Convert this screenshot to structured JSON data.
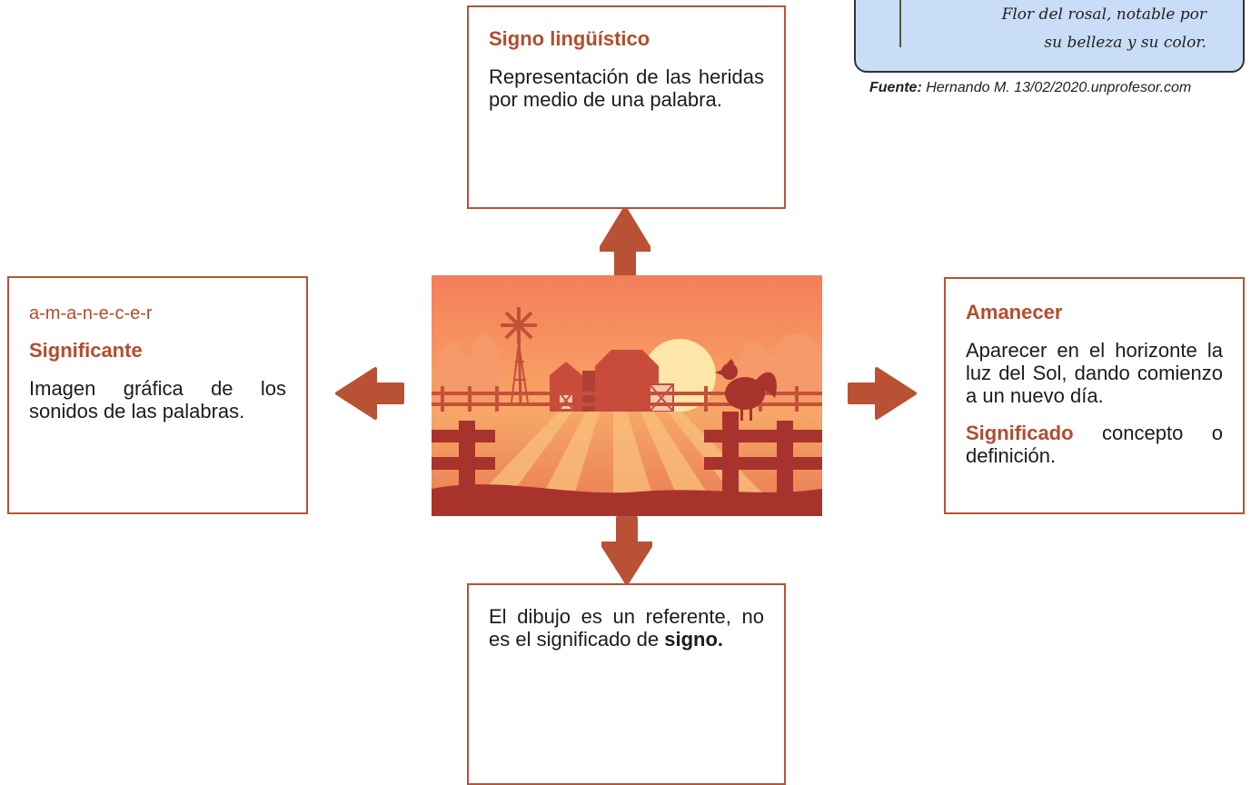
{
  "top_box": {
    "title": "Signo lingüístico",
    "text": "Representación de las heridas por medio de una palabra."
  },
  "left_box": {
    "spelled": "a-m-a-n-e-c-e-r",
    "title": "Significante",
    "text": "Imagen gráfica de los sonidos de las palabras."
  },
  "right_box": {
    "title": "Amanecer",
    "text": "Aparecer en el horizonte la luz del Sol, dando comienzo a un nuevo día.",
    "term": "Significado",
    "term_text": " concepto o definición."
  },
  "bottom_box": {
    "text": "El dibujo es un referente, no es el significado de ",
    "bold_word": "signo."
  },
  "card": {
    "line1": "Flor del rosal, notable por",
    "line2": "su belleza y su color."
  },
  "source": {
    "label": "Fuente:",
    "text": " Hernando M. 13/02/2020.unprofesor.com"
  },
  "colors": {
    "accent": "#b24d2e",
    "arrow": "#b95234",
    "card_bg": "#c9ddf6"
  }
}
